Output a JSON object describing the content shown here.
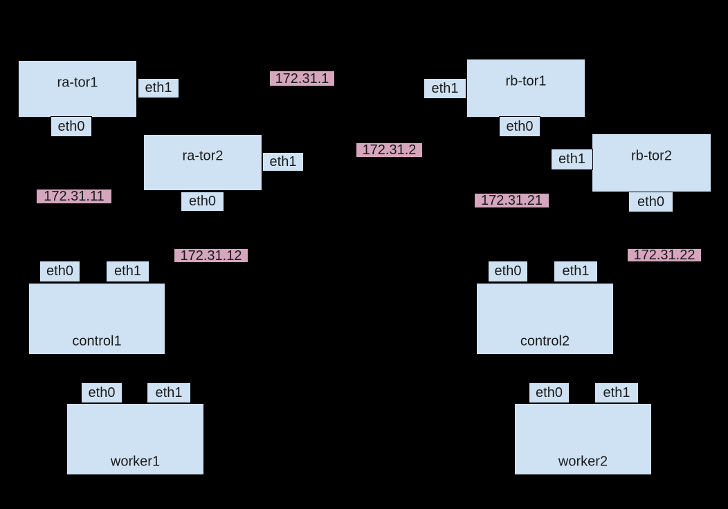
{
  "colors": {
    "background": "#000000",
    "node_fill": "#cfe2f3",
    "node_border": "#000000",
    "ip_fill": "#d5a6bd",
    "text": "#1a1a1a"
  },
  "nodes": [
    {
      "id": "ra-tor1",
      "label": "ra-tor1",
      "eth0": "eth0",
      "eth1": "eth1"
    },
    {
      "id": "ra-tor2",
      "label": "ra-tor2",
      "eth0": "eth0",
      "eth1": "eth1"
    },
    {
      "id": "rb-tor1",
      "label": "rb-tor1",
      "eth0": "eth0",
      "eth1": "eth1"
    },
    {
      "id": "rb-tor2",
      "label": "rb-tor2",
      "eth0": "eth0",
      "eth1": "eth1"
    },
    {
      "id": "control1",
      "label": "control1",
      "eth0": "eth0",
      "eth1": "eth1"
    },
    {
      "id": "worker1",
      "label": "worker1",
      "eth0": "eth0",
      "eth1": "eth1"
    },
    {
      "id": "control2",
      "label": "control2",
      "eth0": "eth0",
      "eth1": "eth1"
    },
    {
      "id": "worker2",
      "label": "worker2",
      "eth0": "eth0",
      "eth1": "eth1"
    }
  ],
  "ips": [
    {
      "id": "net-172-31-1",
      "text": "172.31.1"
    },
    {
      "id": "net-172-31-2",
      "text": "172.31.2"
    },
    {
      "id": "net-172-31-11",
      "text": "172.31.11"
    },
    {
      "id": "net-172-31-12",
      "text": "172.31.12"
    },
    {
      "id": "net-172-31-21",
      "text": "172.31.21"
    },
    {
      "id": "net-172-31-22",
      "text": "172.31.22"
    }
  ]
}
